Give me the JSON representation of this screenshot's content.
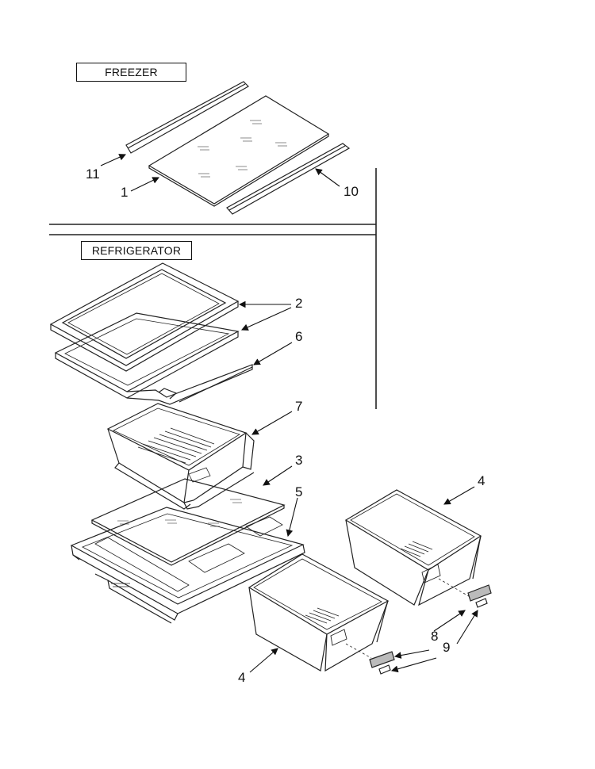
{
  "sections": {
    "freezer": "FREEZER",
    "refrigerator": "REFRIGERATOR"
  },
  "callouts": {
    "c1": "1",
    "c2": "2",
    "c3": "3",
    "c4a": "4",
    "c4b": "4",
    "c5": "5",
    "c6": "6",
    "c7": "7",
    "c8": "8",
    "c9": "9",
    "c10": "10",
    "c11": "11"
  }
}
